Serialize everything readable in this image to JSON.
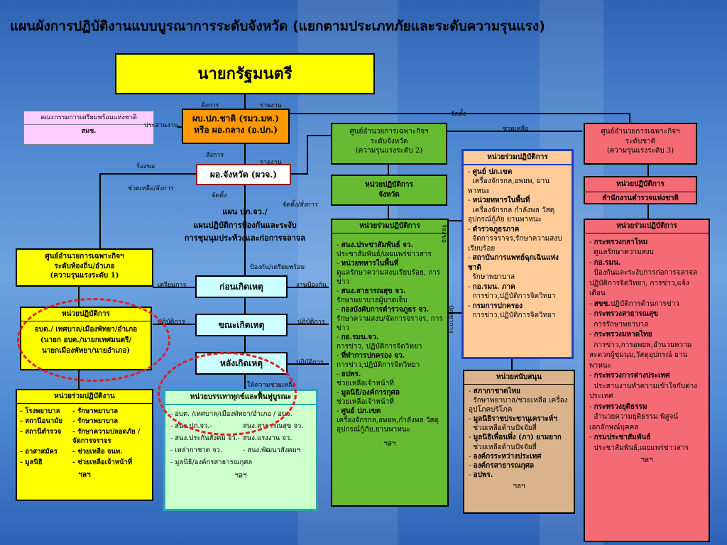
{
  "title": "แผนผังการปฏิบัติงานแบบบูรณาการระดับจังหวัด (แยกตามประเภทภัยและระดับความรุนแรง)",
  "colors": {
    "yellow": "#ffff00",
    "orange": "#ff9900",
    "green": "#66bb33",
    "pink": "#f46b75",
    "peach": "#ffcc99",
    "tan": "#d9b38c",
    "lightgreen": "#ccffcc",
    "pinklight": "#ffccff"
  },
  "pm": "นายกรัฐมนตรี",
  "central_cmd": {
    "line1": "ผบ.ปภ.ชาติ (รมว.มท.)",
    "line2": "หรือ ผอ.กลาง (อ.ปภ.)"
  },
  "committee": {
    "line1": "คณะกรรมการเตรียมพร้อมแห่งชาติ",
    "line2": "สมช."
  },
  "province_dir": "ผอ.จังหวัด (ผวจ.)",
  "plan_text": {
    "l1": "แผน ปภ.จว./",
    "l2": "แผนปฏิบัติการป้องกันและระงับ",
    "l3": "การชุมนุมประท้วงและก่อการจลาจล"
  },
  "phases": {
    "before": "ก่อนเกิดเหตุ",
    "during": "ขณะเกิดเหตุ",
    "after": "หลังเกิดเหตุ"
  },
  "labels": {
    "order": "สั่งการ",
    "report": "รายงาน",
    "coordinate": "ประสานงาน",
    "order2": "สั่งการ",
    "report2": "รายงาน",
    "request": "ร้องขอ",
    "assist_order": "ช่วยเหลือ/สั่งการ",
    "assist": "ช่วยเหลือ",
    "establish": "จัดตั้ง",
    "establish_order": "จัดตั้ง/สั่งการ",
    "establish2": "จัดตั้ง",
    "prevent_prepare": "ป้องกัน/เตรียมพร้อม",
    "prepare": "เตรียมการ",
    "prevent_work": "งานป้องกัน",
    "operate1": "ปฏิบัติการ",
    "operate2": "ปฏิบัติการ",
    "operate3": "ปฏิบัติการ",
    "relief": "ให้ความช่วยเหลือ",
    "request2": "ร้องขอ",
    "command": "บัญชาการ"
  },
  "prov_center": {
    "l1": "ศูนย์อำนวยการเฉพาะกิจฯ",
    "l2": "ระดับจังหวัด",
    "l3": "(ความรุนแรงระดับ 2)"
  },
  "prov_ops": {
    "l1": "หน่วยปฏิบัติการ",
    "l2": "จังหวัด"
  },
  "prov_joint": {
    "header": "หน่วยร่วมปฏิบัติการ",
    "items": [
      {
        "b": "สนง.ประชาสัมพันธ์ จว.",
        "t": "ประชาสัมพันธ์/เผยแพร่ข่าวสาร"
      },
      {
        "b": "หน่วยทหารในพื้นที่",
        "t": "ดูแลรักษาความสงบเรียบร้อย, การข่าว"
      },
      {
        "b": "สนง.สาธารณสุข จว.",
        "t": "รักษาพยาบาลผู้บาดเจ็บ"
      },
      {
        "b": "กองบังคับการตำรวจภูธร จว.",
        "t": "รักษาความสงบ/จัดการจราจร, การข่าว"
      },
      {
        "b": "กอ.รมน.จว.",
        "t": "การข่าว, ปฏิบัติการจิตวิทยา"
      },
      {
        "b": "ที่ทำการปกครอง จว.",
        "t": "การข่าว,ปฏิบัติการจิตวิทยา"
      },
      {
        "b": "อปพร.",
        "t": "ช่วยเหลือเจ้าหน้าที่"
      },
      {
        "b": "มูลนิธิ/องค์การกุศล",
        "t": "ช่วยเหลือเจ้าหน้าที่"
      },
      {
        "b": "ศูนย์ ปภ.เขต",
        "t": "เครื่องจักรกล,อพยพ,กำลังพล วัสดุอุปกรณ์กู้ภัย,ยานพาหนะ"
      }
    ],
    "etc": "ฯลฯ"
  },
  "region_joint": {
    "header": "หน่วยร่วมปฏิบัติการ",
    "items": [
      {
        "b": "ศูนย์ ปภ.เขต",
        "t": "เครื่องจักรกล,อพยพ, ยานพาหนะ"
      },
      {
        "b": "หน่วยทหารในพื้นที่",
        "t": "เครื่องจักรกล กำลังพล วัสดุอุปกรณ์กู้ภัย ยานพาหนะ"
      },
      {
        "b": "ตำรวจภูธรภาค",
        "t": "จัดการจราจร,รักษาความสงบเรียบร้อย"
      },
      {
        "b": "สถาบันการแพทย์ฉุกเฉินแห่งชาติ",
        "t": "รักษาพยาบาล"
      },
      {
        "b": "กอ.รมน. ภาค",
        "t": "การข่าว,ปฏิบัติการจิตวิทยา"
      },
      {
        "b": "กรมการปกครอง",
        "t": "การข่าว,ปฏิบัติการจิตวิทยา"
      }
    ]
  },
  "support": {
    "header": "หน่วยสนับสนุน",
    "items": [
      {
        "b": "สภากาชาดไทย",
        "t": "รักษาพยาบาล/ช่วยเหลือ เครื่องอุปโภคบริโภค"
      },
      {
        "b": "มูลนิธิราชประชานุเคราะห์ฯ",
        "t": "ช่วยเหลือด้านปัจจัยสี่"
      },
      {
        "b": "มูลนิธิเพื่อนพึ่ง (ภา) ยามยาก",
        "t": "ช่วยเหลือด้านปัจจัยสี่"
      },
      {
        "b": "องค์กรระหว่างประเทศ",
        "t": ""
      },
      {
        "b": "องค์กรสาธารณกุศล",
        "t": ""
      },
      {
        "b": "อปพร.",
        "t": ""
      }
    ],
    "etc": "ฯลฯ"
  },
  "national_center": {
    "l1": "ศูนย์อำนวยการเฉพาะกิจฯ",
    "l2": "ระดับชาติ",
    "l3": "(ความรุนแรงระดับ 3)"
  },
  "national_ops": {
    "l1": "หน่วยปฏิบัติการ",
    "l2": "สำนักงานตำรวจแห่งชาติ"
  },
  "national_joint": {
    "header": "หน่วยร่วมปฏิบัติการ",
    "items": [
      {
        "b": "กระทรวงกลาโหม",
        "t": "ดูแลรักษาความสงบ"
      },
      {
        "b": "กอ.รมน.",
        "t": "ป้องกันและระงับการก่อการจลาจลปฏิบัติการจิตวิทยา, การข่าว,แจ้งเตือน"
      },
      {
        "b": "สขช.",
        "t": "ปฏิบัติการด้านการข่าว"
      },
      {
        "b": "กระทรวงสาธารณสุข",
        "t": "การรักษาพยาบาล"
      },
      {
        "b": "กระทรวงมหาดไทย",
        "t": "การข่าว,การอพยพ,อำนวยความสะดวกผู้ชุมนุม,วัสดุอุปกรณ์ ยานพาหนะ"
      },
      {
        "b": "กระทรวงการต่างประเทศ",
        "t": "ประสานงานทำความเข้าใจกับต่างประเทศ"
      },
      {
        "b": "กระทรวงยุติธรรม",
        "t": "อำนวยความยุติธรรม พิสูจน์เอกลักษณ์บุคคล"
      },
      {
        "b": "กรมประชาสัมพันธ์",
        "t": "ประชาสัมพันธ์,เผยแพร่ข่าวสาร"
      }
    ],
    "etc": "ฯลฯ"
  },
  "local_center": {
    "l1": "ศูนย์อำนวยการเฉพาะกิจฯ",
    "l2": "ระดับท้องถิ่น/อำเภอ",
    "l3": "(ความรุนแรงระดับ 1)"
  },
  "local_ops": {
    "header": "หน่วยปฏิบัติการ",
    "l1": "อบต./ เทศบาล/เมืองพัทยา/อำเภอ",
    "l2": "(นายก อบต./นายกเทศมนตรี/",
    "l3": "นายกเมืองพัทยา/นายอำเภอ)"
  },
  "local_joint": {
    "header": "หน่วยร่วมปฏิบัติงาน",
    "rows": [
      {
        "a": "- โรงพยาบาล",
        "b": "- รักษาพยาบาล"
      },
      {
        "a": "- สถานีอนามัย",
        "b": "- รักษาพยาบาล"
      },
      {
        "a": "- สถานีตำรวจ",
        "b": "- รักษาความปลอดภัย /จัดการจราจร"
      },
      {
        "a": "- อาสาสมัคร",
        "b": "- ช่วยเหลือ จนท."
      },
      {
        "a": "- มูลนิธิ",
        "b": "- ช่วยเหลือเจ้าหน้าที่"
      }
    ],
    "etc": "ฯลฯ"
  },
  "relief_units": {
    "header": "หน่วยบรรเทาทุกข์และฟื้นฟูบูรณะ",
    "rows": [
      {
        "a": "- อบต. /เทศบาล/เมืองพัทยา/อำเภอ / อบจ.",
        "b": ""
      },
      {
        "a": "- สนง.ปภ.จว.-",
        "b": "สนง.สาธารณสุข จว."
      },
      {
        "a": "- สนง.ประกันสังคม จว.-",
        "b": "สนง.แรงงาน จว."
      },
      {
        "a": "- เหล่ากาชาด จว.",
        "b": "- สนง.พัฒนาสังคมฯ"
      },
      {
        "a": "- มูลนิธิ/องค์กรสาธารณกุศล",
        "b": ""
      }
    ],
    "etc": "ฯลฯ"
  }
}
